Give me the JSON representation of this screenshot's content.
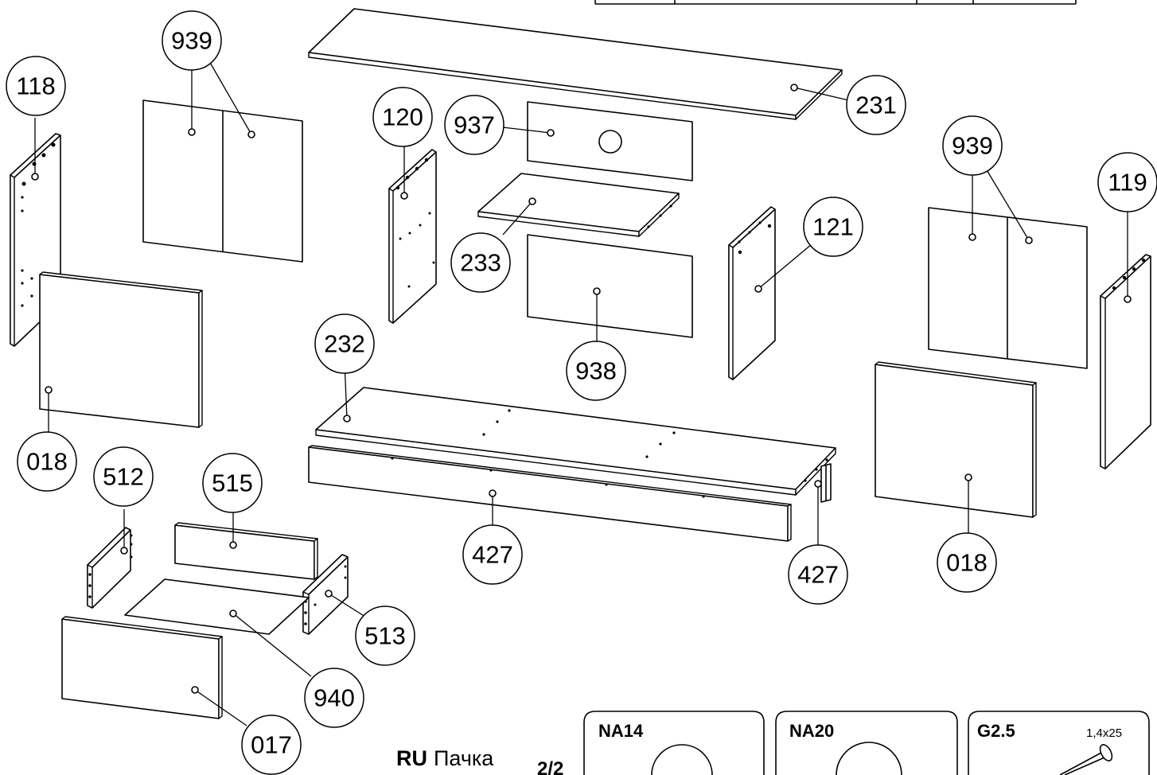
{
  "parts": {
    "p118": "118",
    "p939_left": "939",
    "p120": "120",
    "p937": "937",
    "p231": "231",
    "p939_right": "939",
    "p119": "119",
    "p233": "233",
    "p121": "121",
    "p938": "938",
    "p232": "232",
    "p018_left": "018",
    "p018_right": "018",
    "p512": "512",
    "p515": "515",
    "p427_front": "427",
    "p427_side": "427",
    "p513": "513",
    "p940": "940",
    "p017": "017"
  },
  "hardware": {
    "na14": "NA14",
    "na20": "NA20",
    "g25": "G2.5",
    "g25_size": "1,4x25"
  },
  "package": {
    "lang": "RU",
    "label": "Пачка",
    "fraction": "2/2"
  }
}
